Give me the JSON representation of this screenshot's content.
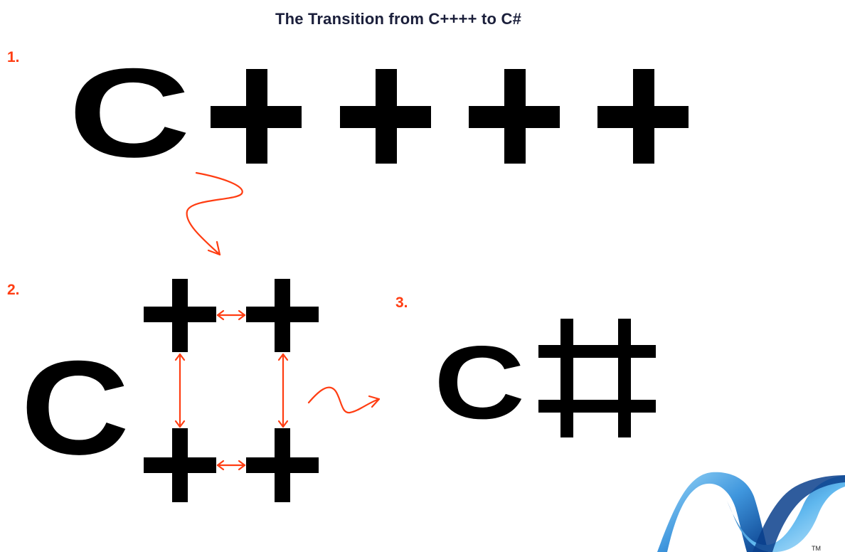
{
  "title": "The Transition from C++++ to C#",
  "steps": {
    "step1": "1.",
    "step2": "2.",
    "step3": "3."
  },
  "letters": {
    "c_step1": "C",
    "c_step2": "C",
    "c_step3": "C"
  },
  "logo": {
    "trademark": "TM"
  },
  "colors": {
    "ink": "#000000",
    "annotation": "#ff3d12",
    "title": "#1b1f3b",
    "logo_dark": "#0a3f8c",
    "logo_light": "#6fc3f0"
  },
  "icons": [
    "plus-sign",
    "double-arrow",
    "squiggle-arrow",
    "hash-sign",
    "dotnet-logo"
  ]
}
